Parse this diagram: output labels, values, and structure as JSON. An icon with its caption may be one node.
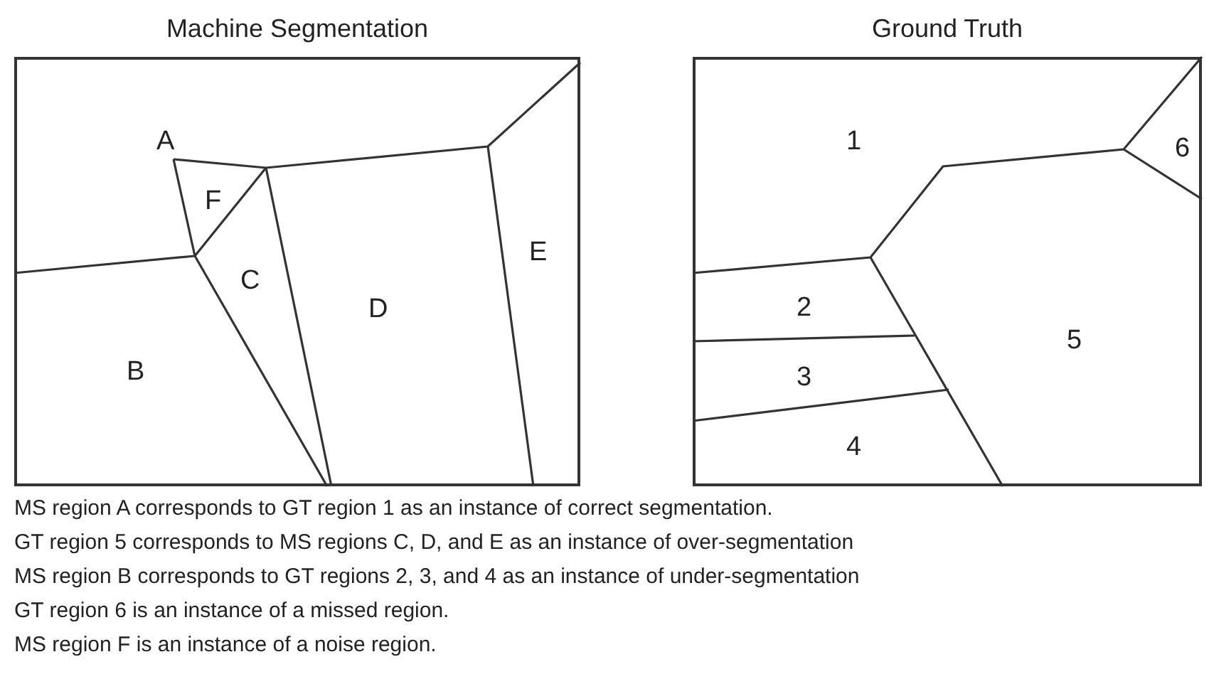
{
  "diagram": {
    "nodes": [
      {
        "text": [
          "Machine Segmentation"
        ]
      },
      {
        "text": [
          "Ground Truth"
        ]
      }
    ],
    "edges": [],
    "labels": [
      "A",
      "F",
      "E",
      "C",
      "D",
      "B",
      "1",
      "6",
      "5",
      "2",
      "3",
      "4",
      "MS region A corresponds to GT region 1 as an instance of correct segmentation.",
      "GT region 5 corresponds to MS regions C, D, and E as an instance of over-segmentation",
      "MS region B corresponds to GT regions 2, 3, and 4 as an instance of under-segmentation",
      "GT region 6 is an instance of a missed region.",
      "MS region F is an instance of a noise region."
    ]
  }
}
